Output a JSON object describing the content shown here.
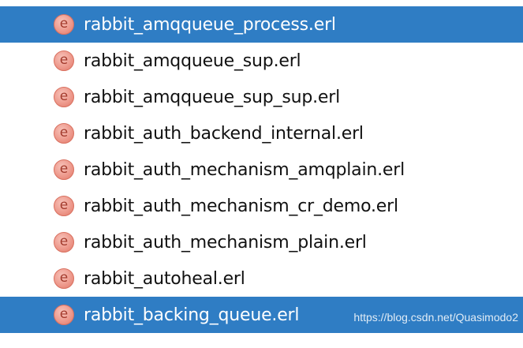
{
  "files": [
    {
      "name": "rabbit_amqqueue_process.erl",
      "icon": "erlang-file-icon",
      "icon_letter": "e",
      "selected": true
    },
    {
      "name": "rabbit_amqqueue_sup.erl",
      "icon": "erlang-file-icon",
      "icon_letter": "e",
      "selected": false
    },
    {
      "name": "rabbit_amqqueue_sup_sup.erl",
      "icon": "erlang-file-icon",
      "icon_letter": "e",
      "selected": false
    },
    {
      "name": "rabbit_auth_backend_internal.erl",
      "icon": "erlang-file-icon",
      "icon_letter": "e",
      "selected": false
    },
    {
      "name": "rabbit_auth_mechanism_amqplain.erl",
      "icon": "erlang-file-icon",
      "icon_letter": "e",
      "selected": false
    },
    {
      "name": "rabbit_auth_mechanism_cr_demo.erl",
      "icon": "erlang-file-icon",
      "icon_letter": "e",
      "selected": false
    },
    {
      "name": "rabbit_auth_mechanism_plain.erl",
      "icon": "erlang-file-icon",
      "icon_letter": "e",
      "selected": false
    },
    {
      "name": "rabbit_autoheal.erl",
      "icon": "erlang-file-icon",
      "icon_letter": "e",
      "selected": false
    },
    {
      "name": "rabbit_backing_queue.erl",
      "icon": "erlang-file-icon",
      "icon_letter": "e",
      "selected": true
    }
  ],
  "watermark": "https://blog.csdn.net/Quasimodo2",
  "colors": {
    "selection": "#2f7dc4",
    "icon_fill": "#ee9a8d",
    "icon_letter": "#a33a2c"
  }
}
